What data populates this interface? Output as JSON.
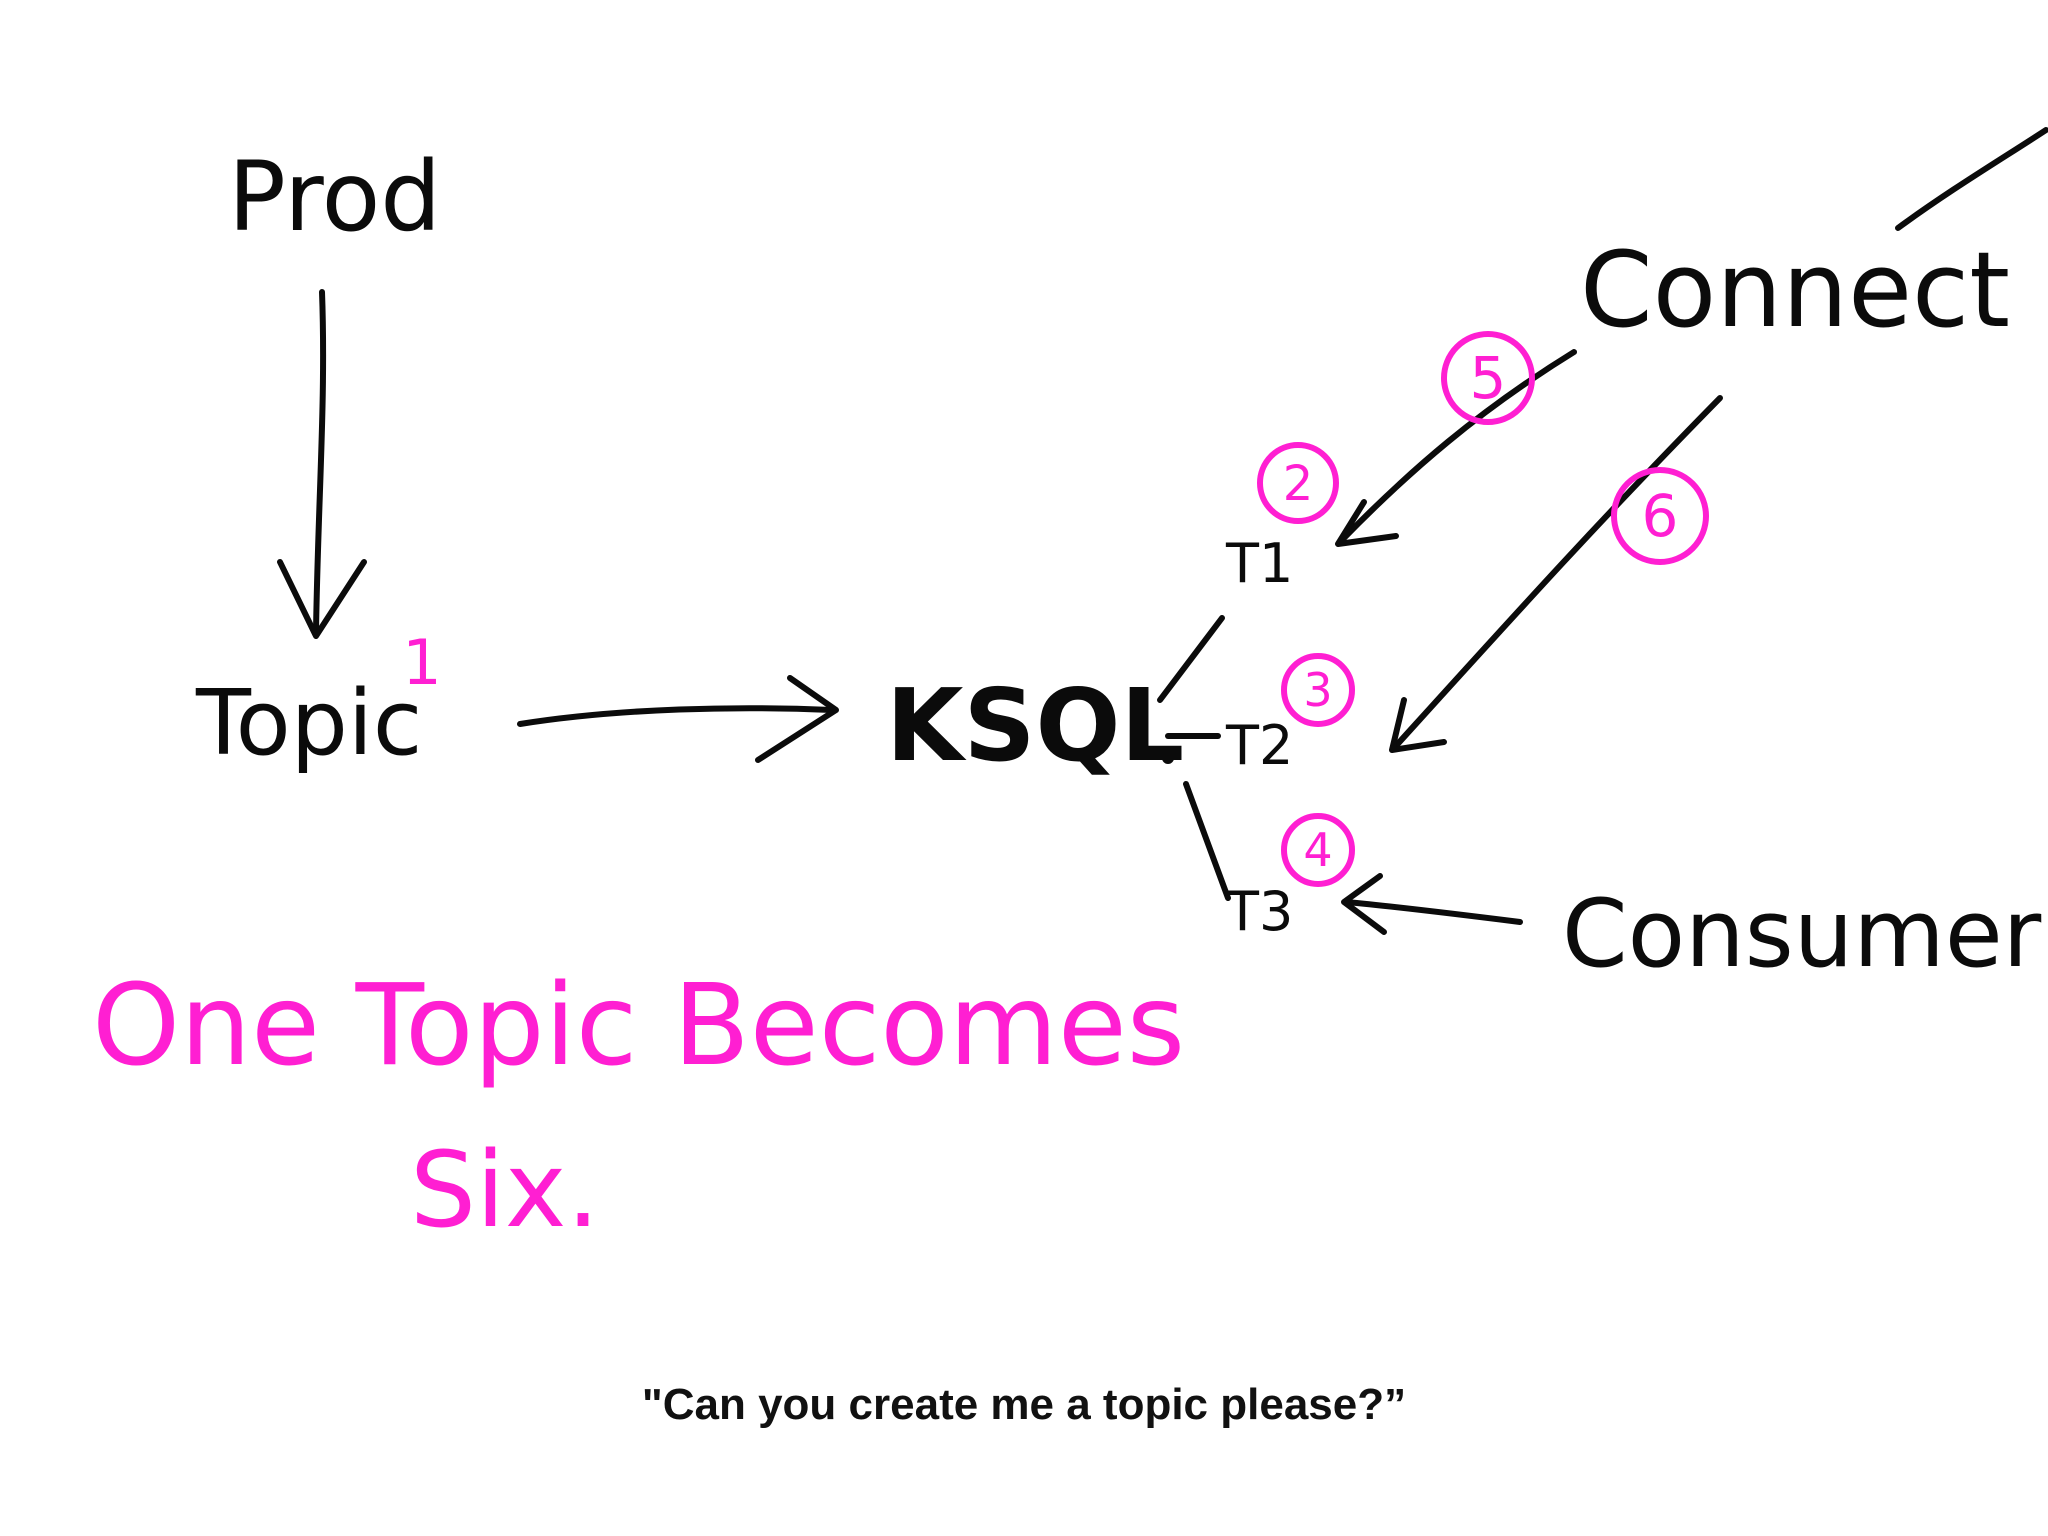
{
  "colors": {
    "ink": "#0b0b0b",
    "highlight": "#ff1fd2",
    "background": "#ffffff"
  },
  "diagram": {
    "nodes": {
      "prod": "Prod",
      "topic": "Topic",
      "ksql": "KSQL",
      "t1": "T1",
      "t2": "T2",
      "t3": "T3",
      "connect": "Connect",
      "consumer": "Consumer"
    },
    "markers": {
      "m1": "1",
      "m2": "2",
      "m3": "3",
      "m4": "4",
      "m5": "5",
      "m6": "6"
    },
    "note": {
      "line1": "One Topic Becomes",
      "line2": "Six."
    }
  },
  "caption": "\"Can you create me a topic please?”"
}
